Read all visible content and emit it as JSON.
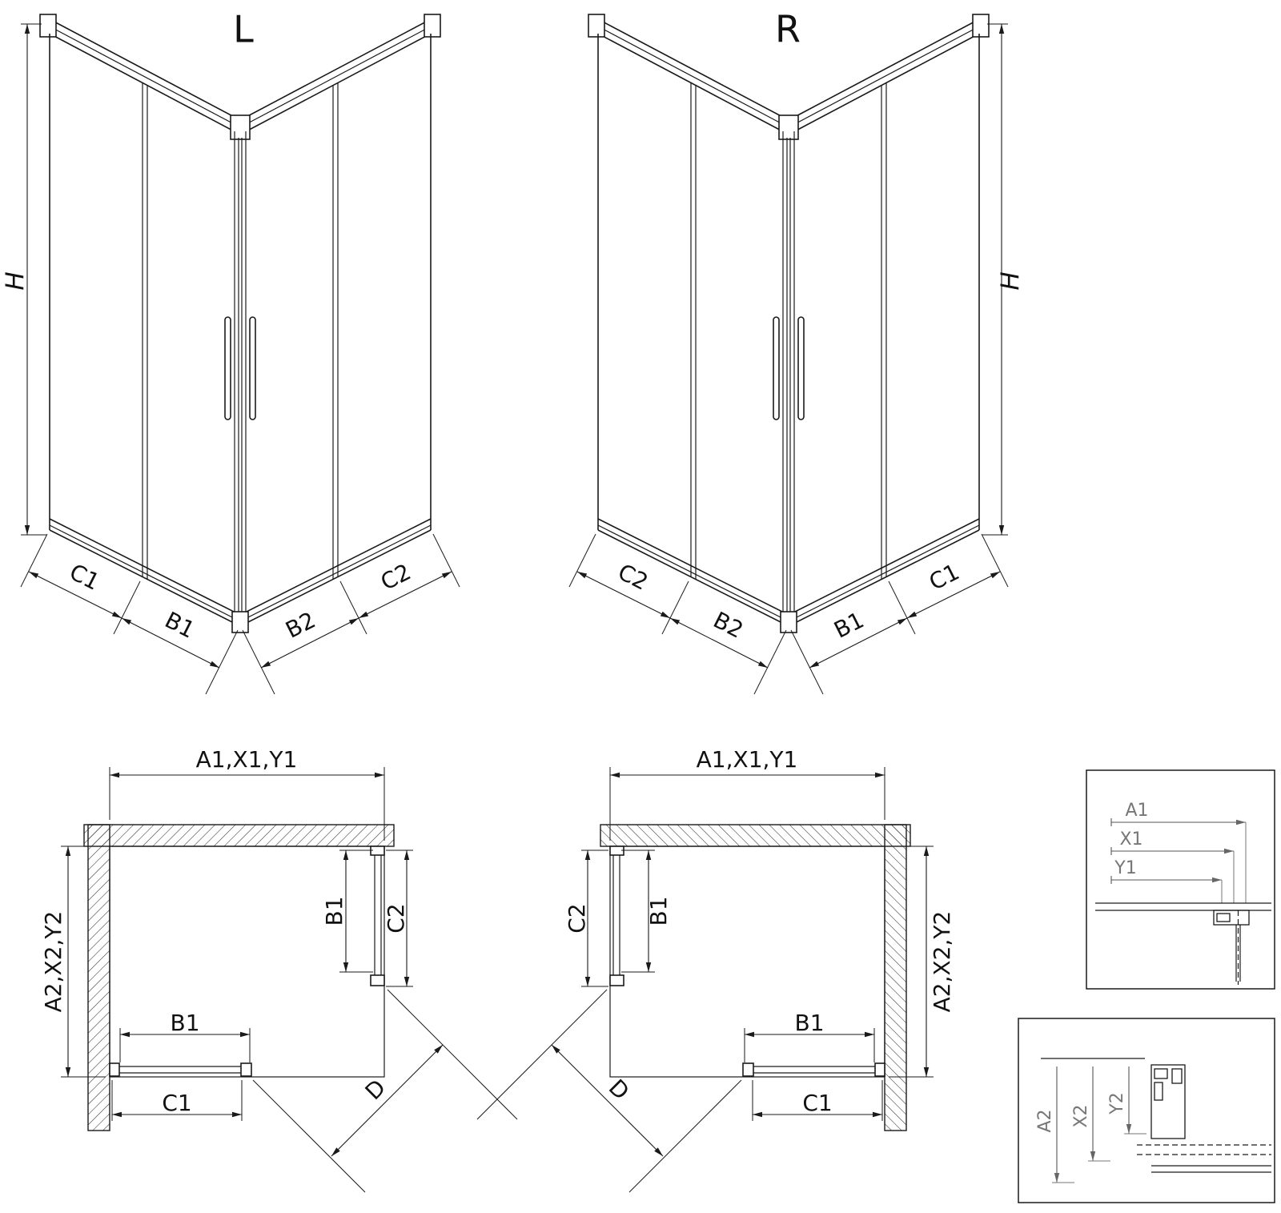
{
  "drawing": {
    "iso_left": {
      "label": "L"
    },
    "iso_right": {
      "label": "R"
    },
    "dims": {
      "h": "H",
      "c1": "C1",
      "c2": "C2",
      "b1": "B1",
      "b2": "B2",
      "d": "D",
      "a1x1y1": "A1,X1,Y1",
      "a2x2y2": "A2,X2,Y2",
      "a1": "A1",
      "x1": "X1",
      "y1": "Y1",
      "a2": "A2",
      "x2": "X2",
      "y2": "Y2"
    },
    "colors": {
      "line": "#1a1a1a",
      "detail_label": "#777777",
      "background": "#ffffff"
    }
  }
}
